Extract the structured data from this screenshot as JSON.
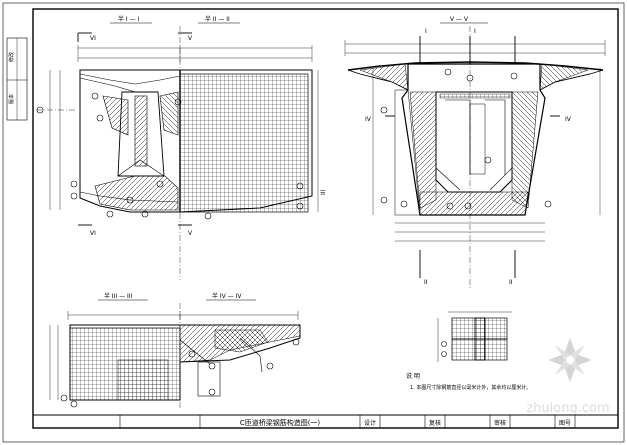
{
  "sheet": {
    "title": "C匝道桥梁钢筋构造图(一)",
    "block_labels": [
      "设计",
      "复核",
      "审核",
      "图号"
    ],
    "side_labels": [
      "修改",
      "版本"
    ]
  },
  "views": {
    "half_section_1": "半 I — I",
    "half_section_2": "半 II — II",
    "section_5": "V — V",
    "half_section_3": "半 III — III",
    "half_section_4": "半 IV — IV",
    "section_marks": [
      "VI",
      "V",
      "III",
      "VI",
      "V",
      "IV",
      "IV",
      "I",
      "I",
      "II",
      "II"
    ]
  },
  "notes": {
    "heading": "说 明",
    "line1": "1. 本图尺寸除钢筋直径以毫米计外，其余均以厘米计。"
  },
  "watermark": {
    "text": "zhulong.com"
  }
}
